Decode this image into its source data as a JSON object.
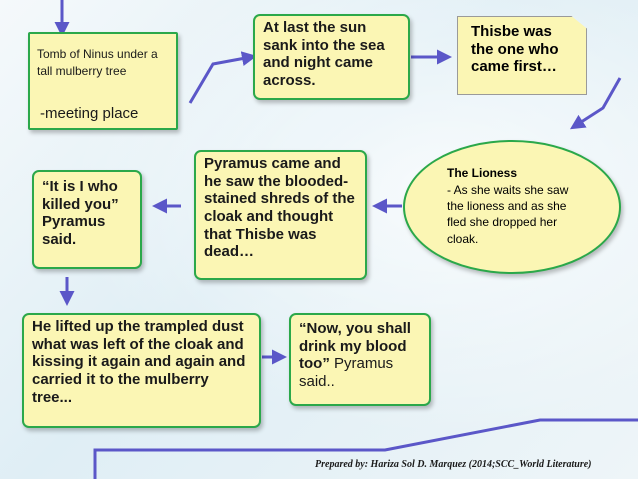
{
  "nodes": {
    "tomb": {
      "title": "Tomb of Ninus under a tall mulberry tree",
      "subtitle": "-meeting place"
    },
    "sun": {
      "text": "At last the sun sank into the sea and night came across."
    },
    "thisbe": {
      "text": "Thisbe was the one who came first…"
    },
    "lioness": {
      "title": "The Lioness",
      "body": "- As she waits she saw the lioness and as she fled she dropped her cloak."
    },
    "pyramus_came": {
      "text": "Pyramus came and he saw the blooded-stained shreds of the cloak and thought that Thisbe was dead…"
    },
    "killed": {
      "text": "“It is I who killed you” Pyramus said."
    },
    "lifted": {
      "text": "He lifted up the trampled dust what was left of the cloak and kissing it again and again and carried it to the mulberry tree..."
    },
    "drink": {
      "bold": "“Now, you shall drink my blood too”",
      "plain": " Pyramus said.."
    }
  },
  "footer": "Prepared by: Hariza Sol D. Marquez (2014;SCC_World Literature)",
  "colors": {
    "box_fill": "#fbf6b4",
    "box_border": "#2ba84a",
    "arrow": "#5b57c8"
  }
}
